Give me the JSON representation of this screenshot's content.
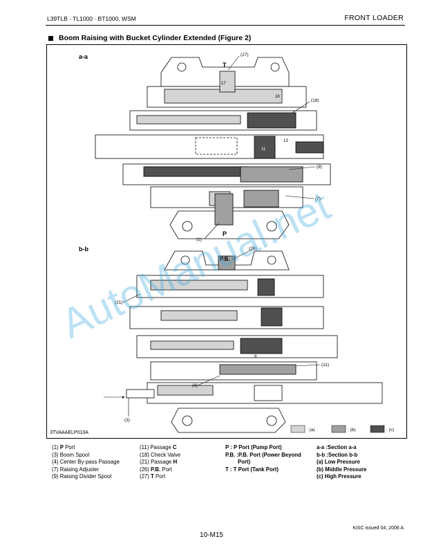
{
  "header": {
    "left": "L39TLB · TL1000 · BT1000, WSM",
    "right": "FRONT LOADER"
  },
  "section_title": "Boom Raising with Bucket Cylinder Extended (Figure 2)",
  "figure": {
    "section_aa": "a-a",
    "section_bb": "b-b",
    "code": "3TVAAAELP010A",
    "callouts": {
      "c27": "(27)",
      "c18": "(18)",
      "c9": "(9)",
      "c7": "(7)",
      "c1": "(1)",
      "c26": "(26)",
      "c21": "(21)",
      "c11": "(11)",
      "c4": "(4)",
      "c3": "(3)"
    },
    "port_labels": {
      "T": "T",
      "P": "P",
      "PB": "P.B."
    },
    "passage_numbers": {
      "n16": "16",
      "n17": "17",
      "n11": "11",
      "n13": "13",
      "n9": "9"
    },
    "key": {
      "a": ": (a)",
      "b": ": (b)",
      "c": ": (c)",
      "colors": {
        "a": "#d4d4d4",
        "b": "#a0a0a0",
        "c": "#505050"
      }
    }
  },
  "legend": {
    "col1": [
      {
        "num": "(1)",
        "bold": "P",
        "text": " Port"
      },
      {
        "num": "(3)",
        "bold": "",
        "text": "Boom Spool"
      },
      {
        "num": "(4)",
        "bold": "",
        "text": "Center By-pass Passage"
      },
      {
        "num": "(7)",
        "bold": "",
        "text": "Raising Adjuster"
      },
      {
        "num": "(9)",
        "bold": "",
        "text": "Raising Divider Spool"
      }
    ],
    "col2": [
      {
        "num": "(11)",
        "text": "Passage ",
        "bold": "C"
      },
      {
        "num": "(18)",
        "text": "Check Valve",
        "bold": ""
      },
      {
        "num": "(21)",
        "text": "Passage ",
        "bold": "H"
      },
      {
        "num": "(26)",
        "text": "",
        "bold": "P.B.",
        "after": " Port"
      },
      {
        "num": "(27)",
        "text": "",
        "bold": "T",
        "after": " Port"
      }
    ],
    "col3": [
      "P : P Port (Pump Port)",
      "P.B. :P.B. Port (Power Beyond",
      "Port)",
      "T : T Port (Tank Port)"
    ],
    "col4": [
      "a-a :Section a-a",
      "b-b :Section b-b",
      "(a)  Low Pressure",
      "(b)  Middle Pressure",
      "(c)  High Pressure"
    ]
  },
  "footer": {
    "page": "10-M15",
    "issue": "KiSC issued 04, 2006 A"
  },
  "watermark": "AutoManual.net"
}
